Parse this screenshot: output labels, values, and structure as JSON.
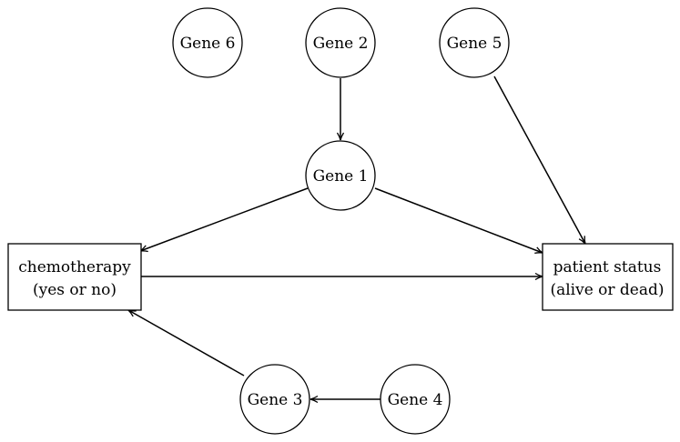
{
  "nodes": {
    "gene6": {
      "label": "Gene 6"
    },
    "gene2": {
      "label": "Gene 2"
    },
    "gene5": {
      "label": "Gene 5"
    },
    "gene1": {
      "label": "Gene 1"
    },
    "gene3": {
      "label": "Gene 3"
    },
    "gene4": {
      "label": "Gene 4"
    },
    "chemotherapy": {
      "lines": [
        "chemotherapy",
        "(yes or no)"
      ]
    },
    "patient_status": {
      "lines": [
        "patient status",
        "(alive or dead)"
      ]
    }
  },
  "edges": [
    {
      "from": "gene2",
      "to": "gene1"
    },
    {
      "from": "gene1",
      "to": "chemotherapy"
    },
    {
      "from": "gene1",
      "to": "patient_status"
    },
    {
      "from": "gene5",
      "to": "patient_status"
    },
    {
      "from": "chemotherapy",
      "to": "patient_status"
    },
    {
      "from": "gene3",
      "to": "chemotherapy"
    },
    {
      "from": "gene4",
      "to": "gene3"
    }
  ],
  "colors": {
    "stroke": "#000000",
    "background": "#ffffff"
  }
}
